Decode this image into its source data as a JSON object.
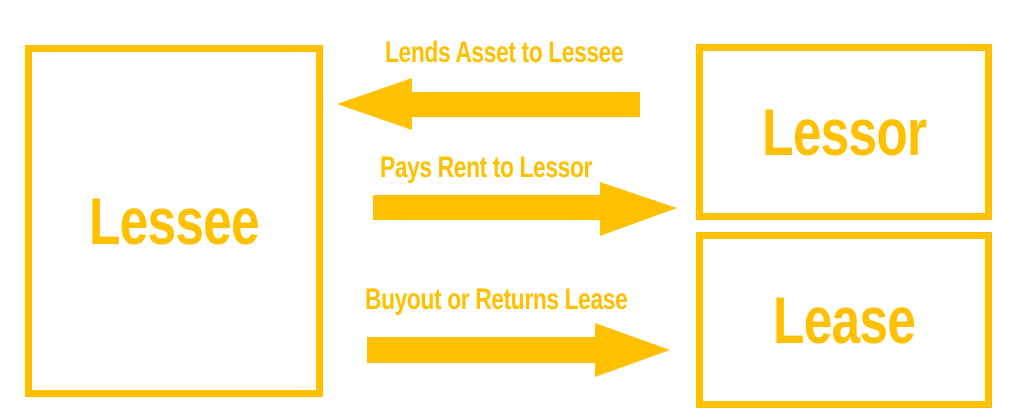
{
  "colors": {
    "accent": "#FFC000"
  },
  "entities": {
    "lessee": "Lessee",
    "lessor": "Lessor",
    "lease": "Lease"
  },
  "arrows": [
    {
      "label": "Lends Asset to Lessee",
      "direction": "left"
    },
    {
      "label": "Pays Rent to Lessor",
      "direction": "right"
    },
    {
      "label": "Buyout or Returns Lease",
      "direction": "right"
    }
  ]
}
